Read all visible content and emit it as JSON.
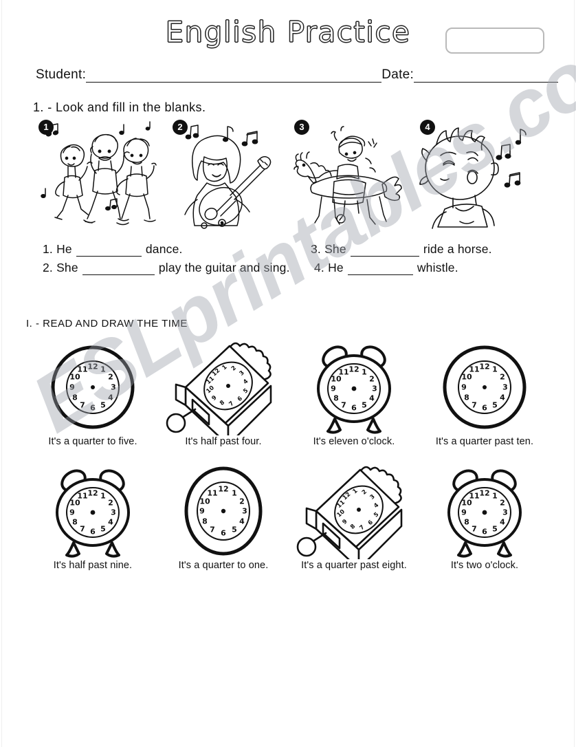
{
  "worksheet": {
    "title": "English Practice",
    "grade_box_value": ""
  },
  "id_line": {
    "student_label": "Student:",
    "date_label": "Date:"
  },
  "exercise_1": {
    "heading": "1. - Look and fill in the blanks.",
    "pictures": [
      {
        "number": "1",
        "alt": "three-children-dancing"
      },
      {
        "number": "2",
        "alt": "girl-playing-guitar-and-singing"
      },
      {
        "number": "3",
        "alt": "girl-riding-a-horse"
      },
      {
        "number": "4",
        "alt": "boy-whistling"
      }
    ],
    "sentences": [
      {
        "number": "1.",
        "subject": "He",
        "after": "dance."
      },
      {
        "number": "2.",
        "subject": "She",
        "after": "play the guitar and sing."
      },
      {
        "number": "3.",
        "subject": "She",
        "after": "ride a horse."
      },
      {
        "number": "4.",
        "subject": "He",
        "after": "whistle."
      }
    ]
  },
  "exercise_2": {
    "heading": "I. - READ AND DRAW THE TIME",
    "clocks": [
      {
        "caption": "It's a quarter to five.",
        "style": "wall",
        "alt": "round-wall-clock"
      },
      {
        "caption": "It's half past four.",
        "style": "box",
        "alt": "mantle-box-clock"
      },
      {
        "caption": "It's eleven o'clock.",
        "style": "alarm",
        "alt": "alarm-clock"
      },
      {
        "caption": "It's a quarter past ten.",
        "style": "wall",
        "alt": "round-wall-clock"
      },
      {
        "caption": "It's half past nine.",
        "style": "alarm",
        "alt": "alarm-clock"
      },
      {
        "caption": "It's a quarter to one.",
        "style": "wall",
        "alt": "round-wall-clock"
      },
      {
        "caption": "It's a quarter past eight.",
        "style": "box",
        "alt": "mantle-box-clock"
      },
      {
        "caption": "It's two o'clock.",
        "style": "alarm",
        "alt": "alarm-clock"
      }
    ],
    "dial_numerals": [
      "12",
      "1",
      "2",
      "3",
      "4",
      "5",
      "6",
      "7",
      "8",
      "9",
      "10",
      "11"
    ]
  },
  "watermark": {
    "text": "ESLprintables.com"
  },
  "colors": {
    "ink": "#111111",
    "paper": "#ffffff",
    "grade_box_border": "#b9b9b9",
    "watermark": "#9ba0aa"
  }
}
